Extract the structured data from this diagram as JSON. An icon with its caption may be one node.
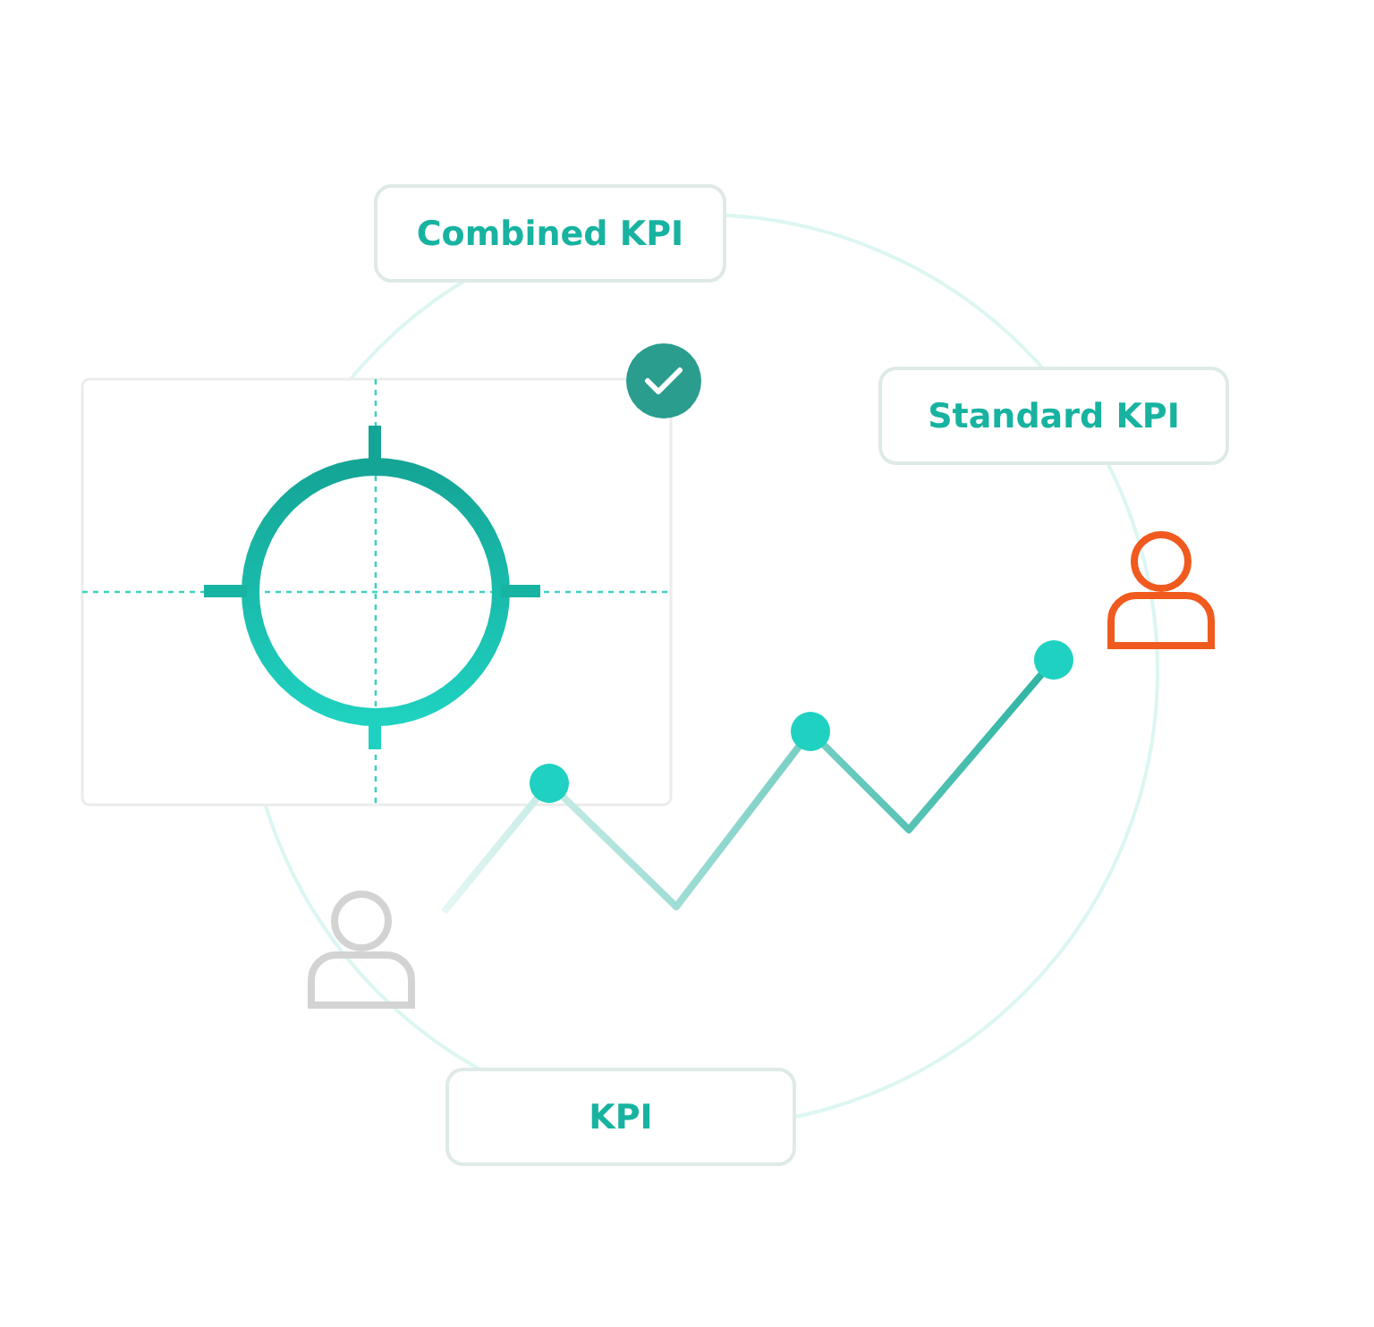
{
  "diagram": {
    "nodes": [
      {
        "text": [
          "Combined KPI"
        ]
      },
      {
        "text": [
          "Standard KPI"
        ]
      },
      {
        "text": [
          "KPI"
        ]
      }
    ]
  }
}
